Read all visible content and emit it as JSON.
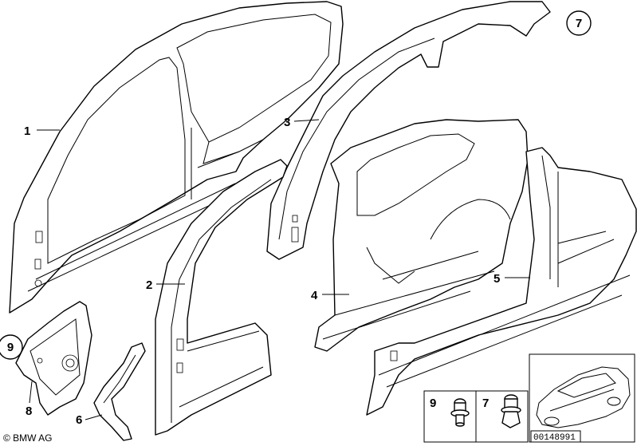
{
  "callouts": {
    "p1": "1",
    "p2": "2",
    "p3": "3",
    "p4": "4",
    "p5": "5",
    "p6": "6",
    "p7": "7",
    "p8": "8",
    "p9": "9"
  },
  "inset": {
    "label_9": "9",
    "label_7": "7"
  },
  "copyright": "© BMW AG",
  "image_number": "00148991"
}
